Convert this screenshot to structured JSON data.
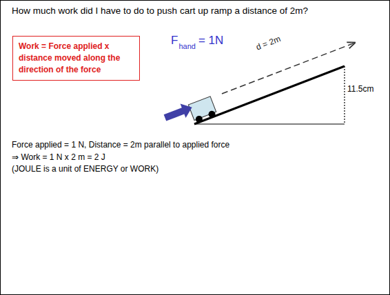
{
  "diagram": {
    "title": "How much work did I have to do to push cart up ramp a distance of 2m?",
    "nodes": [
      {
        "text": [
          "Work = Force applied x distance moved along the direction of the force"
        ]
      }
    ],
    "labels": [
      "F",
      "hand",
      "= 1N",
      "d = 2m",
      "11.5cm",
      "Force applied = 1 N, Distance = 2m parallel to applied force",
      "⇒ Work = 1 N x 2 m = 2 J",
      "(JOULE is a unit of ENERGY or WORK)"
    ]
  }
}
